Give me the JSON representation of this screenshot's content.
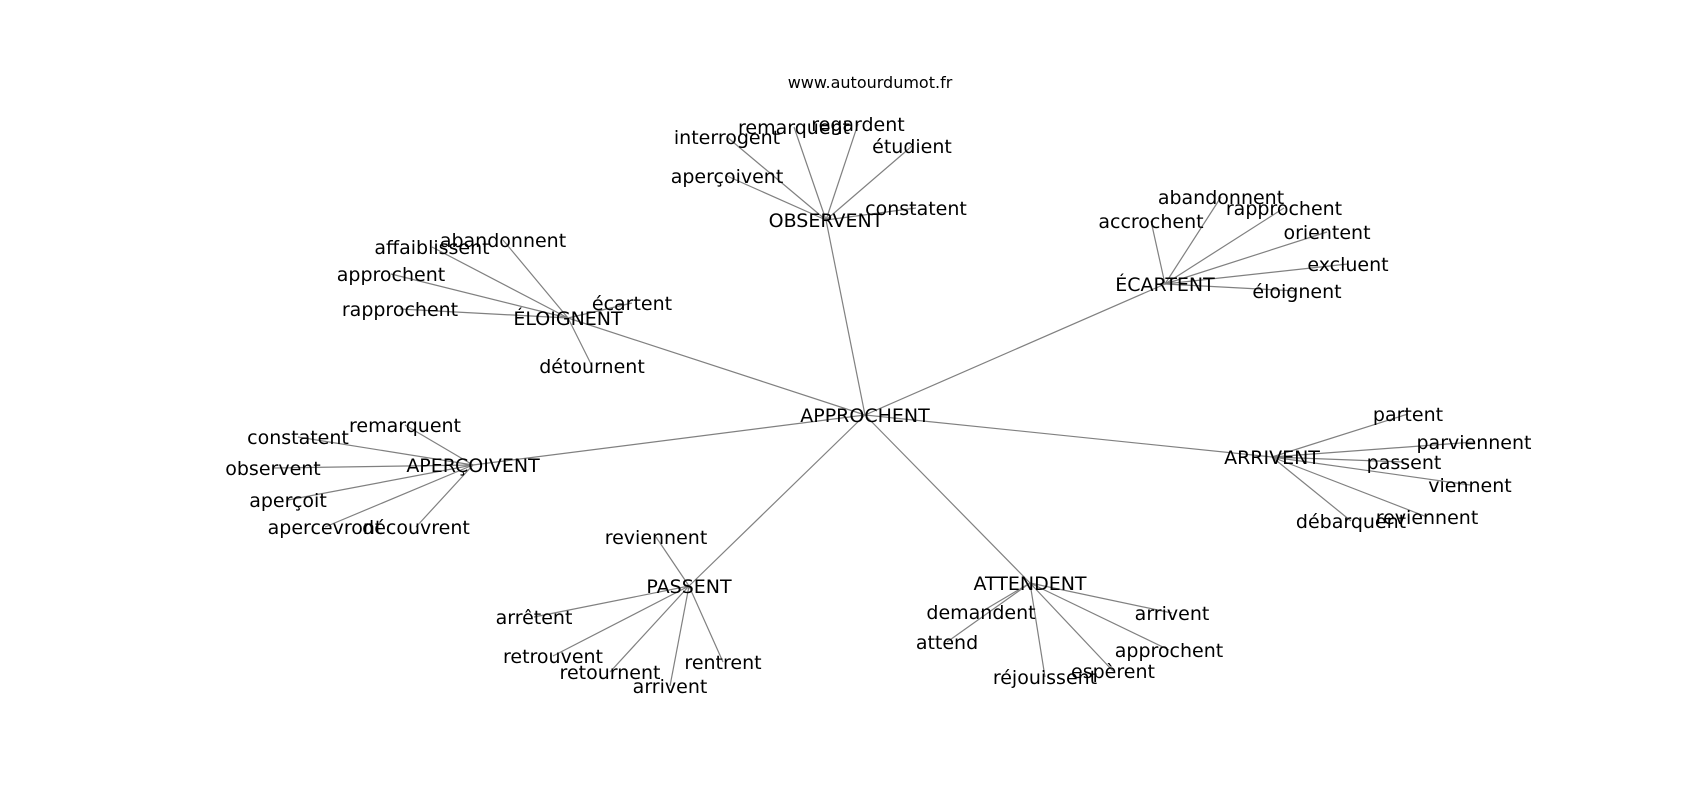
{
  "site": "www.autourdumot.fr",
  "colors": {
    "edge": "#808080",
    "text": "#000000",
    "background": "#ffffff"
  },
  "graph": {
    "center": "APPROCHENT",
    "hubs": [
      {
        "label": "OBSERVENT",
        "leaves": [
          "aperçoivent",
          "interrogent",
          "remarquent",
          "regardent",
          "étudient",
          "constatent"
        ]
      },
      {
        "label": "ÉLOIGNENT",
        "leaves": [
          "affaiblissent",
          "abandonnent",
          "approchent",
          "rapprochent",
          "écartent",
          "détournent"
        ]
      },
      {
        "label": "ÉCARTENT",
        "leaves": [
          "accrochent",
          "abandonnent",
          "rapprochent",
          "orientent",
          "excluent",
          "éloignent"
        ]
      },
      {
        "label": "APERÇOIVENT",
        "leaves": [
          "constatent",
          "remarquent",
          "observent",
          "aperçoit",
          "apercevront",
          "découvrent"
        ]
      },
      {
        "label": "ARRIVENT",
        "leaves": [
          "partent",
          "parviennent",
          "passent",
          "viennent",
          "reviennent",
          "débarquent"
        ]
      },
      {
        "label": "PASSENT",
        "leaves": [
          "reviennent",
          "arrêtent",
          "retrouvent",
          "retournent",
          "arrivent",
          "rentrent"
        ]
      },
      {
        "label": "ATTENDENT",
        "leaves": [
          "demandent",
          "attend",
          "arrivent",
          "approchent",
          "réjouissent",
          "espèrent"
        ]
      }
    ]
  }
}
